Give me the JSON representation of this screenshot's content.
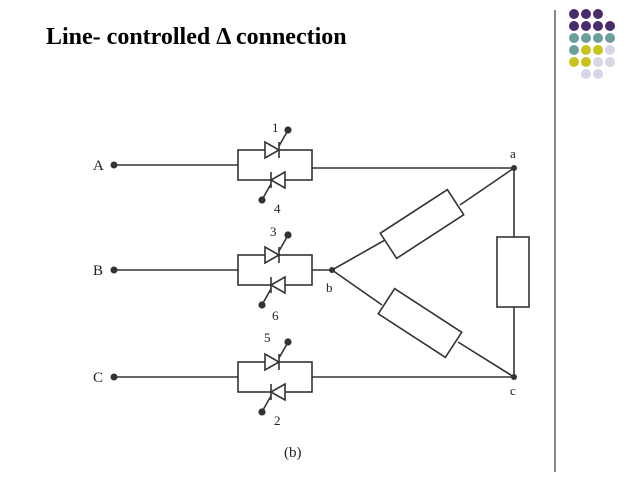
{
  "slide": {
    "title": "Line- controlled Δ connection"
  },
  "decoration": {
    "dot_colors": {
      "purple": "#4b2c6b",
      "teal": "#6c9e9a",
      "olive": "#c8c21c",
      "lavender": "#d6d6e6"
    }
  },
  "diagram": {
    "line_labels": [
      "A",
      "B",
      "C"
    ],
    "node_labels": [
      "a",
      "b",
      "c"
    ],
    "thyristor_labels": [
      "1",
      "4",
      "3",
      "6",
      "5",
      "2"
    ],
    "caption": "(b)"
  }
}
